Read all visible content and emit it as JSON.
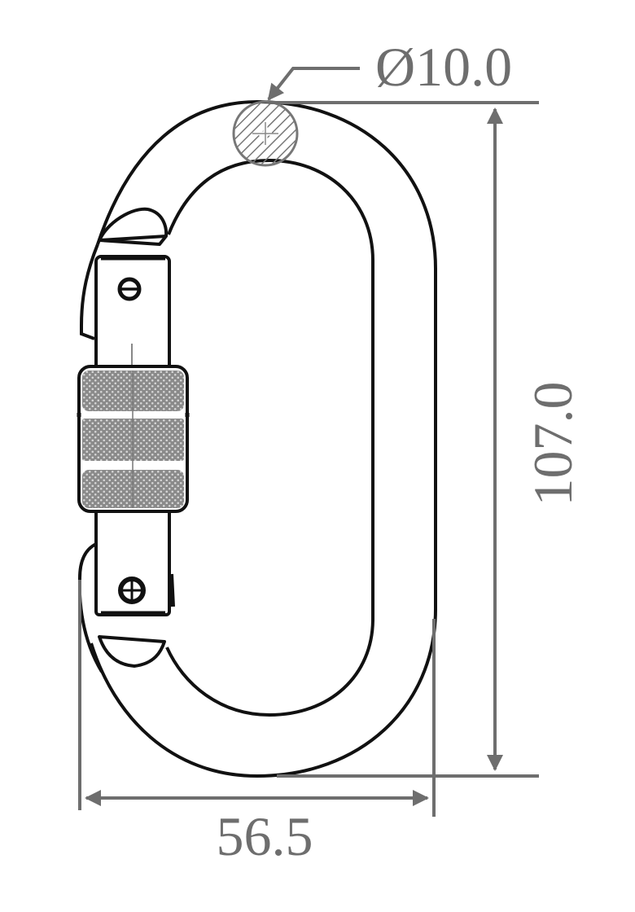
{
  "drawing": {
    "subject": "Oval screw-lock carabiner technical drawing",
    "units": "mm",
    "colors": {
      "outline": "#111111",
      "dimension": "#6e6e6e",
      "hatch": "#777777",
      "knurl_fill": "#8c8c8c",
      "background": "#ffffff"
    }
  },
  "dimensions": {
    "bar_diameter": {
      "label": "Ø10.0",
      "value": 10.0
    },
    "length": {
      "label": "107.0",
      "value": 107.0
    },
    "width": {
      "label": "56.5",
      "value": 56.5
    }
  },
  "parts": {
    "frame": "oval-frame",
    "gate": "screw-gate",
    "sleeve": {
      "name": "knurled-locking-sleeve",
      "bands": 3
    },
    "rivets": [
      "top-rivet",
      "bottom-rivet"
    ],
    "section": "hatched-cross-section"
  }
}
